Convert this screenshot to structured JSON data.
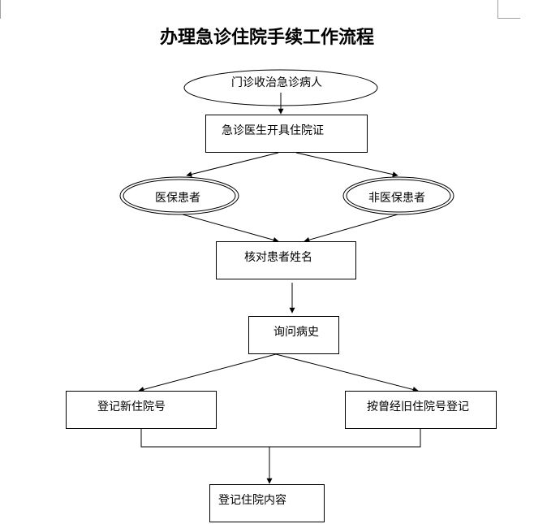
{
  "title": "办理急诊住院手续工作流程",
  "nodes": {
    "start": "门诊收治急诊病人",
    "issue_certificate": "急诊医生开具住院证",
    "insured": "医保患者",
    "uninsured": "非医保患者",
    "verify_name": "核对患者姓名",
    "history": "询问病史",
    "new_number": "登记新住院号",
    "old_number": "按曾经旧住院号登记",
    "register_content": "登记住院内容"
  },
  "edges": [
    {
      "from": "start",
      "to": "issue_certificate"
    },
    {
      "from": "issue_certificate",
      "to": "insured"
    },
    {
      "from": "issue_certificate",
      "to": "uninsured"
    },
    {
      "from": "insured",
      "to": "verify_name"
    },
    {
      "from": "uninsured",
      "to": "verify_name"
    },
    {
      "from": "verify_name",
      "to": "history"
    },
    {
      "from": "history",
      "to": "new_number"
    },
    {
      "from": "history",
      "to": "old_number"
    },
    {
      "from": "new_number",
      "to": "register_content"
    },
    {
      "from": "old_number",
      "to": "register_content"
    }
  ]
}
